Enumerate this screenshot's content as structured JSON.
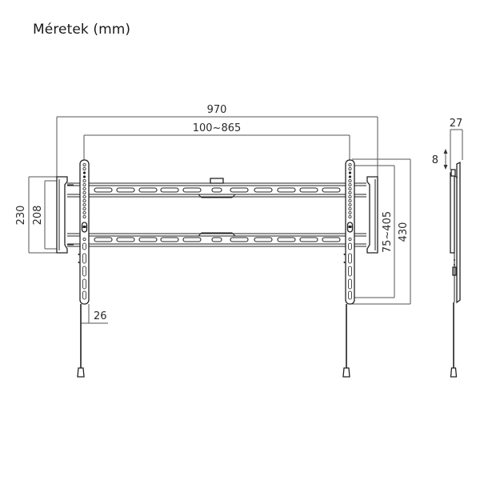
{
  "title": "Méretek (mm)",
  "dimensions": {
    "overall_width": "970",
    "vesa_horizontal": "100~865",
    "outer_height": "230",
    "inner_height": "208",
    "vesa_vertical": "75~405",
    "bracket_height": "430",
    "depth": "27",
    "vertical_adjust": "8",
    "arm_width": "26"
  },
  "views": {
    "front": "front-view",
    "side": "side-view"
  }
}
